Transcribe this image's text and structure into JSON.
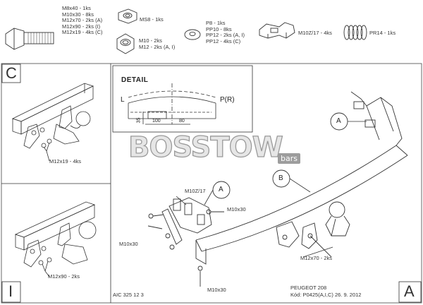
{
  "parts": {
    "bolts": [
      "M8x40 - 1ks",
      "M10x30 - 8ks",
      "M12x70 - 2ks (A)",
      "M12x90 - 2ks (I)",
      "M12x19 - 4ks (C)"
    ],
    "nut_m8": "MS8 - 1ks",
    "nuts": [
      "M10 - 2ks",
      "M12 - 2ks (A, I)"
    ],
    "washers": [
      "P8 - 1ks",
      "PP10 - 8ks",
      "PP12 - 2ks (A, I)",
      "PP12 - 4ks (C)"
    ],
    "bracket": "M10Z/17 - 4ks",
    "spring": "PR14 - 1ks"
  },
  "views": {
    "c_letter": "C",
    "i_letter": "I",
    "a_letter": "A",
    "c_bolt": "M12x19 - 4ks",
    "i_bolt": "M12x90 - 2ks"
  },
  "detail": {
    "title": "DETAIL",
    "left": "L",
    "right": "P(R)",
    "dim_100": "100",
    "dim_80": "80",
    "dim_35": "35"
  },
  "main": {
    "callout_a_top": "A",
    "callout_a_mid": "A",
    "callout_b": "B",
    "bracket_label": "M10Z/17",
    "m10x30_right": "M10x30",
    "m10x30_left": "M10x30",
    "m10x30_bottom": "M10x30",
    "m12x70": "M12x70 - 2ks"
  },
  "watermark": {
    "brand": "BOSSTOW",
    "sub": "bars"
  },
  "footer": {
    "code": "AIC 325 12 3",
    "vehicle": "PEUGEOT 208",
    "kod": "Kód: P0425(A,I,C)  26. 9. 2012"
  }
}
